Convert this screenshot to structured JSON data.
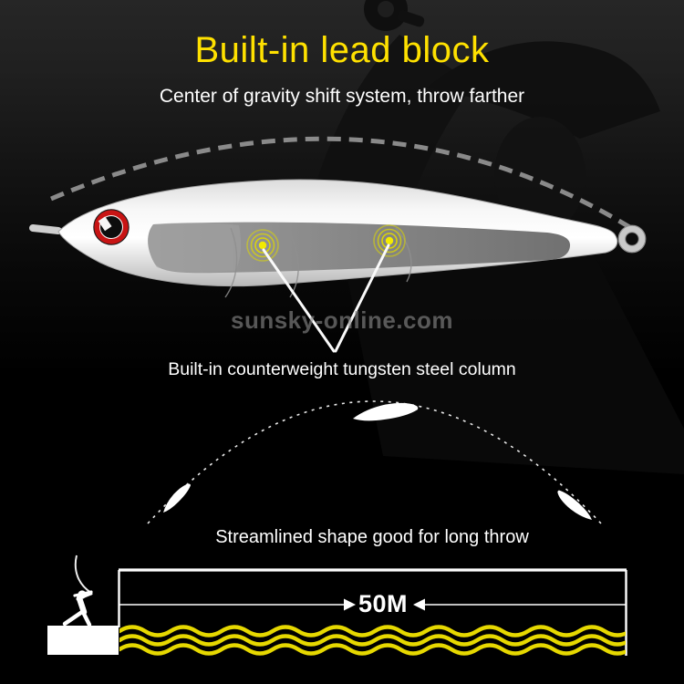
{
  "header": {
    "title": "Built-in lead block",
    "subtitle": "Center of gravity shift system, throw farther"
  },
  "lure_diagram": {
    "watermark": "sunsky-online.com",
    "caption": "Built-in counterweight tungsten steel column",
    "counterweight_marker_count": 2
  },
  "trajectory_diagram": {
    "caption": "Streamlined shape good for long throw",
    "lure_silhouette_count": 3
  },
  "distance_diagram": {
    "distance": "50M"
  },
  "colors": {
    "title_yellow": "#ffe100",
    "wave_yellow": "#e6d800",
    "eye_ring_red": "#c81414",
    "body_white": "#f5f5f5",
    "background": "#000000"
  }
}
